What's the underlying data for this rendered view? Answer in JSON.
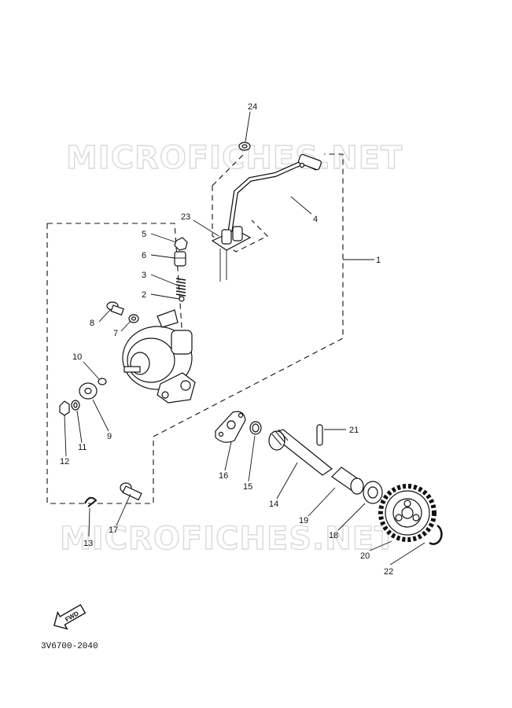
{
  "watermark": {
    "top": "MICROFICHES.NET",
    "bottom": "MICROFICHES.NET"
  },
  "callouts": {
    "c1": "1",
    "c2": "2",
    "c3": "3",
    "c4": "4",
    "c5": "5",
    "c6": "6",
    "c7": "7",
    "c8": "8",
    "c9": "9",
    "c10": "10",
    "c11": "11",
    "c12": "12",
    "c13": "13",
    "c14": "14",
    "c15": "15",
    "c16": "16",
    "c17": "17",
    "c18": "18",
    "c19": "19",
    "c20": "20",
    "c21": "21",
    "c22": "22",
    "c23": "23",
    "c24": "24"
  },
  "fwd_label": "FWD",
  "figure_code": "3V6700-2040",
  "colors": {
    "ink": "#111111",
    "watermark": "#d9d9d9",
    "paper": "#ffffff"
  }
}
